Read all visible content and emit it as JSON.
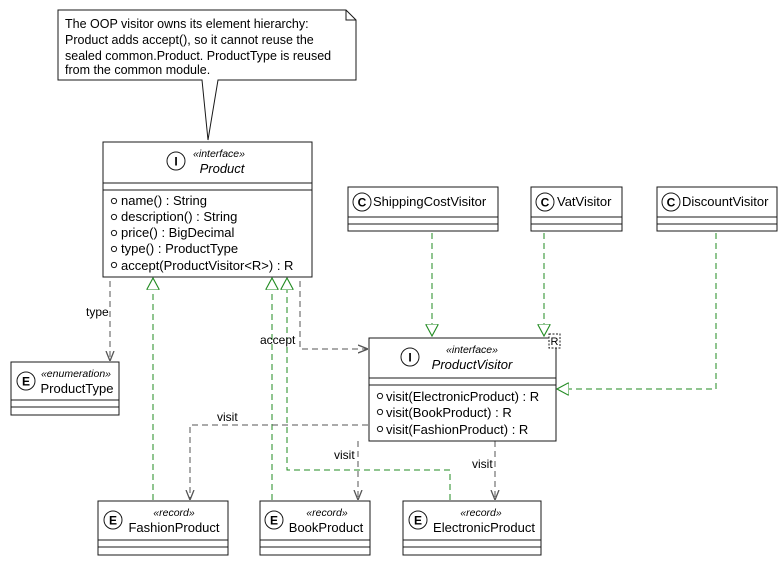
{
  "note": {
    "lines": [
      "The OOP visitor owns its element hierarchy:",
      "Product adds accept(), so it cannot reuse the",
      "sealed common.Product. ProductType is reused",
      "from the common module."
    ]
  },
  "classes": {
    "product": {
      "kind": "I",
      "stereotype": "«interface»",
      "name": "Product",
      "members": [
        "name() : String",
        "description() : String",
        "price() : BigDecimal",
        "type() : ProductType",
        "accept(ProductVisitor<R>) : R"
      ]
    },
    "product_visitor": {
      "kind": "I",
      "stereotype": "«interface»",
      "name": "ProductVisitor",
      "type_param": "R",
      "members": [
        "visit(ElectronicProduct) : R",
        "visit(BookProduct) : R",
        "visit(FashionProduct) : R"
      ]
    },
    "product_type": {
      "kind": "E",
      "stereotype": "«enumeration»",
      "name": "ProductType"
    },
    "shipping_cost_visitor": {
      "kind": "C",
      "name": "ShippingCostVisitor"
    },
    "vat_visitor": {
      "kind": "C",
      "name": "VatVisitor"
    },
    "discount_visitor": {
      "kind": "C",
      "name": "DiscountVisitor"
    },
    "fashion_product": {
      "kind": "E",
      "stereotype": "«record»",
      "name": "FashionProduct"
    },
    "book_product": {
      "kind": "E",
      "stereotype": "«record»",
      "name": "BookProduct"
    },
    "electronic_product": {
      "kind": "E",
      "stereotype": "«record»",
      "name": "ElectronicProduct"
    }
  },
  "edge_labels": {
    "type": "type",
    "accept": "accept",
    "visit_fashion": "visit",
    "visit_book": "visit",
    "visit_electronic": "visit"
  },
  "colors": {
    "realization": "#228B22",
    "dependency": "#555555",
    "border": "#181818"
  }
}
